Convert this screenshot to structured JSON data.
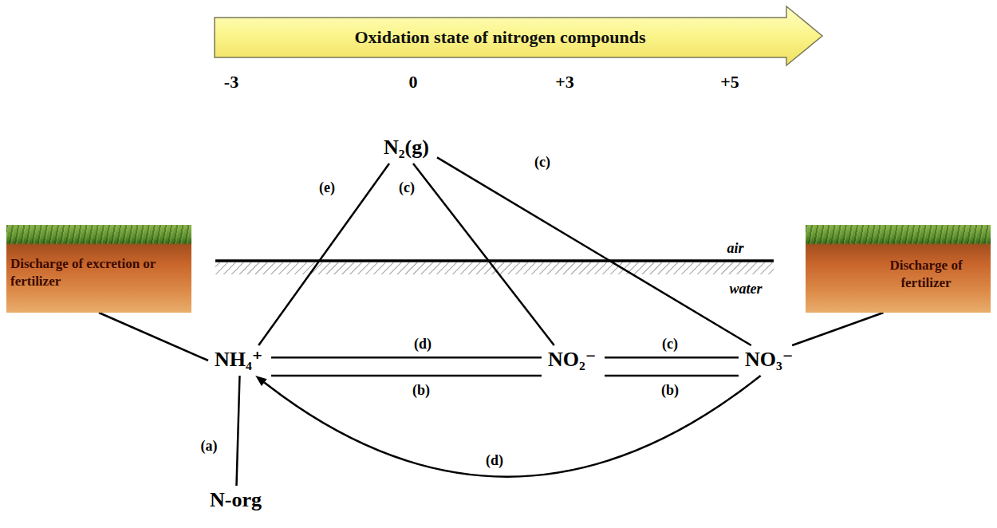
{
  "diagram": {
    "nodes": [
      {
        "text": [
          "Oxidation state of nitrogen compounds"
        ]
      },
      {
        "text": [
          "N₂(g)"
        ]
      },
      {
        "text": [
          "Discharge of excretion or fertilizer"
        ]
      },
      {
        "text": [
          "Discharge of fertilizer"
        ]
      },
      {
        "text": [
          "NH₄⁺"
        ]
      },
      {
        "text": [
          "NO₂⁻"
        ]
      },
      {
        "text": [
          "NO₃⁻"
        ]
      },
      {
        "text": [
          "N-org"
        ]
      }
    ],
    "edges": [
      {
        "from": 1,
        "to": 4,
        "arrow": "to",
        "label": "(e)"
      },
      {
        "from": 5,
        "to": 1,
        "arrow": "to",
        "label": "(c)"
      },
      {
        "from": 6,
        "to": 1,
        "arrow": "to",
        "label": "(c)"
      },
      {
        "from": 5,
        "to": 4,
        "arrow": "to",
        "label": "(d)"
      },
      {
        "from": 4,
        "to": 5,
        "arrow": "to",
        "label": "(b)"
      },
      {
        "from": 6,
        "to": 5,
        "arrow": "to",
        "label": "(c)"
      },
      {
        "from": 5,
        "to": 6,
        "arrow": "to",
        "label": "(b)"
      },
      {
        "from": 6,
        "to": 4,
        "arrow": "to",
        "label": "(d)"
      },
      {
        "from": 7,
        "to": 4,
        "arrow": "to",
        "label": "(a)"
      },
      {
        "from": 2,
        "to": 4,
        "arrow": "to"
      },
      {
        "from": 3,
        "to": 6,
        "arrow": "to"
      }
    ],
    "labels": [
      "-3",
      "0",
      "+3",
      "+5",
      "air",
      "water"
    ]
  }
}
